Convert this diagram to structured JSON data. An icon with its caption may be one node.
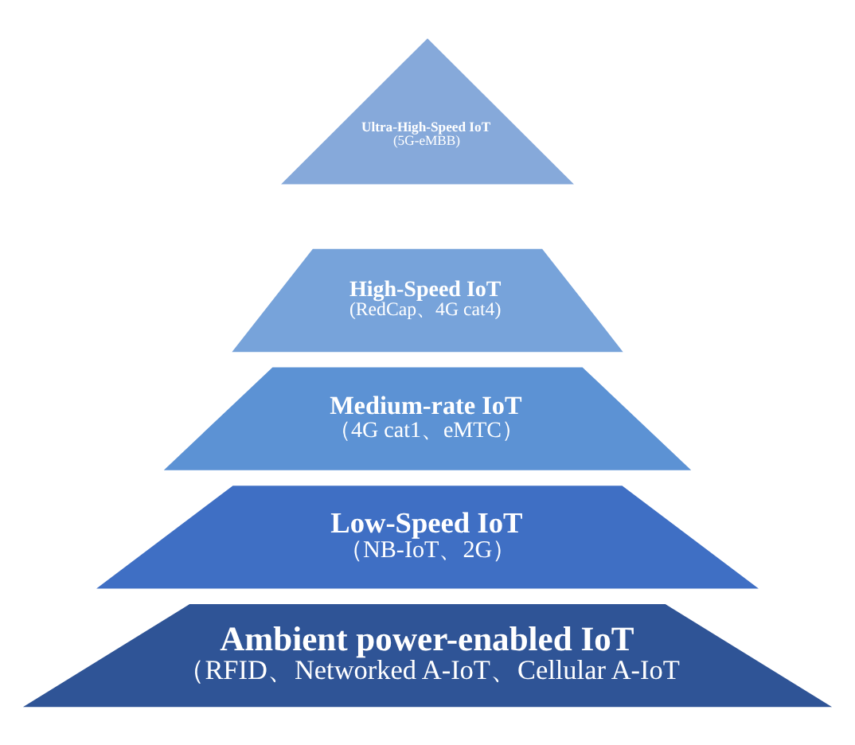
{
  "diagram": {
    "nodes": [
      {
        "text": [
          "Ultra-High-Speed IoT",
          "(5G-eMBB)"
        ]
      },
      {
        "text": [
          "High-Speed IoT",
          "(RedCap、4G cat4)"
        ]
      },
      {
        "text": [
          "Medium-rate IoT",
          "（4G cat1、eMTC）"
        ]
      },
      {
        "text": [
          "Low-Speed IoT",
          "（NB-IoT、2G）"
        ]
      },
      {
        "text": [
          "Ambient power-enabled IoT",
          "（RFID、Networked A-IoT、Cellular A-IoT"
        ]
      }
    ]
  }
}
